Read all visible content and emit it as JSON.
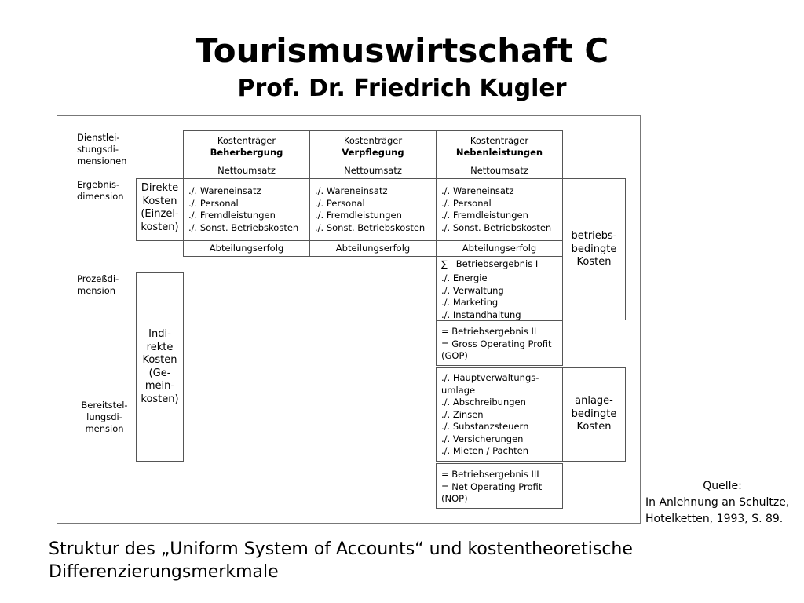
{
  "header": {
    "title": "Tourismuswirtschaft C",
    "subtitle": "Prof. Dr. Friedrich Kugler"
  },
  "diagram": {
    "dimensions": {
      "service": "Dienstlei-\nstungsdi-\nmensionen",
      "result": "Ergebnis-\ndimension",
      "process": "Prozeßdi-\nmension",
      "readiness": "Bereitstel-\nlungsdi-\nmension"
    },
    "columns": [
      {
        "label": "Kostenträger",
        "name": "Beherbergung",
        "revenue": "Nettoumsatz",
        "items": [
          "./. Wareneinsatz",
          "./. Personal",
          "./. Fremdleistungen",
          "./. Sonst. Betriebskosten"
        ],
        "result": "Abteilungserfolg"
      },
      {
        "label": "Kostenträger",
        "name": "Verpflegung",
        "revenue": "Nettoumsatz",
        "items": [
          "./. Wareneinsatz",
          "./. Personal",
          "./. Fremdleistungen",
          "./. Sonst. Betriebskosten"
        ],
        "result": "Abteilungserfolg"
      },
      {
        "label": "Kostenträger",
        "name": "Nebenleistungen",
        "revenue": "Nettoumsatz",
        "items": [
          "./. Wareneinsatz",
          "./. Personal",
          "./. Fremdleistungen",
          "./. Sonst. Betriebskosten"
        ],
        "result": "Abteilungserfolg"
      }
    ],
    "direct_costs": "Direkte\nKosten\n(Einzel-\nkosten)",
    "indirect_costs": "Indi-\nrekte\nKosten\n(Ge-\nmein-\nkosten)",
    "sum_symbol": "∑",
    "operating_result_1": "Betriebsergebnis I",
    "operating_costs": [
      "./. Energie",
      "./. Verwaltung",
      "./. Marketing",
      "./. Instandhaltung"
    ],
    "operating_result_2": [
      "= Betriebsergebnis II",
      "= Gross Operating Profit",
      "(GOP)"
    ],
    "fixed_costs": [
      "./. Hauptverwaltungs-",
      "umlage",
      "./. Abschreibungen",
      "./. Zinsen",
      "./. Substanzsteuern",
      "./. Versicherungen",
      "./. Mieten / Pachten"
    ],
    "operating_result_3": [
      "= Betriebsergebnis  III",
      "= Net Operating Profit",
      "(NOP)"
    ],
    "operation_related": "betriebs-\nbedingte\nKosten",
    "asset_related": "anlage-\nbedingte\nKosten"
  },
  "source": {
    "heading": "Quelle:",
    "lines": [
      "In Anlehnung an Schultze,",
      "Hotelketten, 1993, S. 89."
    ]
  },
  "caption": {
    "line1": "Struktur des „Uniform System of Accounts“ und kostentheoretische",
    "line2": "Differenzierungsmerkmale"
  }
}
